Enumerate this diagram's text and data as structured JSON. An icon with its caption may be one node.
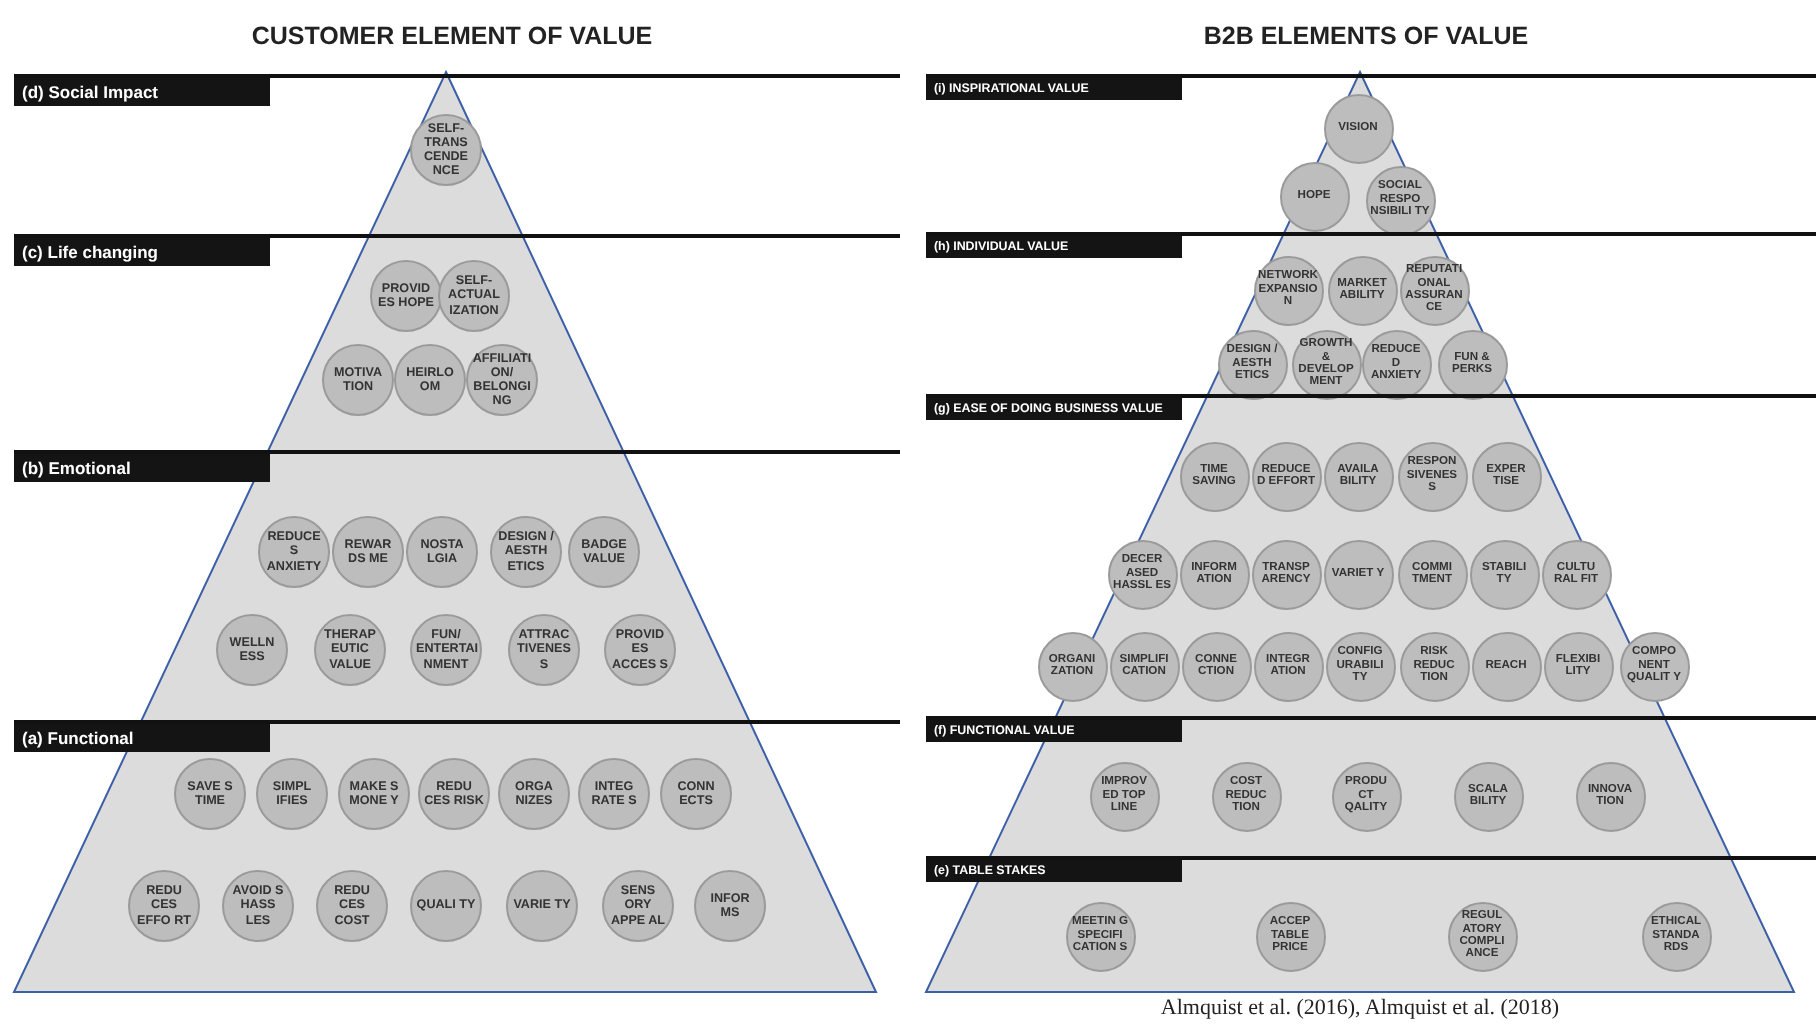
{
  "diagram": {
    "caption": "Almquist et al. (2016), Almquist et al. (2018)",
    "nodes": [
      {
        "text": [
          "CUSTOMER ELEMENT OF VALUE"
        ]
      },
      {
        "text": [
          "(d) Social Impact"
        ],
        "in": 0
      },
      {
        "text": [
          "SELF- TRANS CENDE NCE"
        ],
        "in": 1
      },
      {
        "text": [
          "(c) Life changing"
        ],
        "in": 0
      },
      {
        "text": [
          "PROVID ES HOPE"
        ],
        "in": 3
      },
      {
        "text": [
          "SELF- ACTUAL IZATION"
        ],
        "in": 3
      },
      {
        "text": [
          "MOTIVA TION"
        ],
        "in": 3
      },
      {
        "text": [
          "HEIRLO OM"
        ],
        "in": 3
      },
      {
        "text": [
          "AFFILIATI ON/ BELONGI NG"
        ],
        "in": 3
      },
      {
        "text": [
          "(b) Emotional"
        ],
        "in": 0
      },
      {
        "text": [
          "REDUCE S ANXIETY"
        ],
        "in": 9
      },
      {
        "text": [
          "REWAR DS ME"
        ],
        "in": 9
      },
      {
        "text": [
          "NOSTA LGIA"
        ],
        "in": 9
      },
      {
        "text": [
          "DESIGN / AESTH ETICS"
        ],
        "in": 9
      },
      {
        "text": [
          "BADGE VALUE"
        ],
        "in": 9
      },
      {
        "text": [
          "WELLN ESS"
        ],
        "in": 9
      },
      {
        "text": [
          "THERAP EUTIC VALUE"
        ],
        "in": 9
      },
      {
        "text": [
          "FUN/ ENTERTAI NMENT"
        ],
        "in": 9
      },
      {
        "text": [
          "ATTRAC TIVENES S"
        ],
        "in": 9
      },
      {
        "text": [
          "PROVID ES ACCES S"
        ],
        "in": 9
      },
      {
        "text": [
          "(a) Functional"
        ],
        "in": 0
      },
      {
        "text": [
          "SAVE S TIME"
        ],
        "in": 20
      },
      {
        "text": [
          "SIMPL IFIES"
        ],
        "in": 20
      },
      {
        "text": [
          "MAKE S MONE Y"
        ],
        "in": 20
      },
      {
        "text": [
          "REDU CES RISK"
        ],
        "in": 20
      },
      {
        "text": [
          "ORGA NIZES"
        ],
        "in": 20
      },
      {
        "text": [
          "INTEG RATE S"
        ],
        "in": 20
      },
      {
        "text": [
          "CONN ECTS"
        ],
        "in": 20
      },
      {
        "text": [
          "REDU CES EFFO RT"
        ],
        "in": 20
      },
      {
        "text": [
          "AVOID S HASS LES"
        ],
        "in": 20
      },
      {
        "text": [
          "REDU CES COST"
        ],
        "in": 20
      },
      {
        "text": [
          "QUALI TY"
        ],
        "in": 20
      },
      {
        "text": [
          "VARIE TY"
        ],
        "in": 20
      },
      {
        "text": [
          "SENS ORY APPE AL"
        ],
        "in": 20
      },
      {
        "text": [
          "INFOR MS"
        ],
        "in": 20
      },
      {
        "text": [
          "B2B ELEMENTS OF VALUE"
        ]
      },
      {
        "text": [
          "(i) INSPIRATIONAL VALUE"
        ],
        "in": 35
      },
      {
        "text": [
          "VISION"
        ],
        "in": 36
      },
      {
        "text": [
          "HOPE"
        ],
        "in": 36
      },
      {
        "text": [
          "SOCIAL RESPO NSIBILI TY"
        ],
        "in": 36
      },
      {
        "text": [
          "(h) INDIVIDUAL VALUE"
        ],
        "in": 35
      },
      {
        "text": [
          "NETWORK EXPANSIO N"
        ],
        "in": 40
      },
      {
        "text": [
          "MARKET ABILITY"
        ],
        "in": 40
      },
      {
        "text": [
          "REPUTATI ONAL ASSURAN CE"
        ],
        "in": 40
      },
      {
        "text": [
          "DESIGN / AESTH ETICS"
        ],
        "in": 40
      },
      {
        "text": [
          "GROWTH & DEVELOP MENT"
        ],
        "in": 40
      },
      {
        "text": [
          "REDUCE D ANXIETY"
        ],
        "in": 40
      },
      {
        "text": [
          "FUN & PERKS"
        ],
        "in": 40
      },
      {
        "text": [
          "(g) EASE OF DOING BUSINESS VALUE"
        ],
        "in": 35
      },
      {
        "text": [
          "TIME SAVING"
        ],
        "in": 48
      },
      {
        "text": [
          "REDUCE D EFFORT"
        ],
        "in": 48
      },
      {
        "text": [
          "AVAILA BILITY"
        ],
        "in": 48
      },
      {
        "text": [
          "RESPON SIVENES S"
        ],
        "in": 48
      },
      {
        "text": [
          "EXPER TISE"
        ],
        "in": 48
      },
      {
        "text": [
          "DECER ASED HASSL ES"
        ],
        "in": 48
      },
      {
        "text": [
          "INFORM ATION"
        ],
        "in": 48
      },
      {
        "text": [
          "TRANSP ARENCY"
        ],
        "in": 48
      },
      {
        "text": [
          "VARIET Y"
        ],
        "in": 48
      },
      {
        "text": [
          "COMMI TMENT"
        ],
        "in": 48
      },
      {
        "text": [
          "STABILI TY"
        ],
        "in": 48
      },
      {
        "text": [
          "CULTU RAL FIT"
        ],
        "in": 48
      },
      {
        "text": [
          "ORGANI ZATION"
        ],
        "in": 48
      },
      {
        "text": [
          "SIMPLIFI CATION"
        ],
        "in": 48
      },
      {
        "text": [
          "CONNE CTION"
        ],
        "in": 48
      },
      {
        "text": [
          "INTEGR ATION"
        ],
        "in": 48
      },
      {
        "text": [
          "CONFIG URABILI TY"
        ],
        "in": 48
      },
      {
        "text": [
          "RISK REDUC TION"
        ],
        "in": 48
      },
      {
        "text": [
          "REACH"
        ],
        "in": 48
      },
      {
        "text": [
          "FLEXIBI LITY"
        ],
        "in": 48
      },
      {
        "text": [
          "COMPO NENT QUALIT Y"
        ],
        "in": 48
      },
      {
        "text": [
          "(f) FUNCTIONAL VALUE"
        ],
        "in": 35
      },
      {
        "text": [
          "IMPROV ED TOP LINE"
        ],
        "in": 70
      },
      {
        "text": [
          "COST REDUC TION"
        ],
        "in": 70
      },
      {
        "text": [
          "PRODU CT QALITY"
        ],
        "in": 70
      },
      {
        "text": [
          "SCALA BILITY"
        ],
        "in": 70
      },
      {
        "text": [
          "INNOVA TION"
        ],
        "in": 70
      },
      {
        "text": [
          "(e) TABLE STAKES"
        ],
        "in": 35
      },
      {
        "text": [
          "MEETIN G SPECIFI CATION S"
        ],
        "in": 76
      },
      {
        "text": [
          "ACCEP TABLE PRICE"
        ],
        "in": 76
      },
      {
        "text": [
          "REGUL ATORY COMPLI ANCE"
        ],
        "in": 76
      },
      {
        "text": [
          "ETHICAL STANDA RDS"
        ],
        "in": 76
      }
    ]
  }
}
